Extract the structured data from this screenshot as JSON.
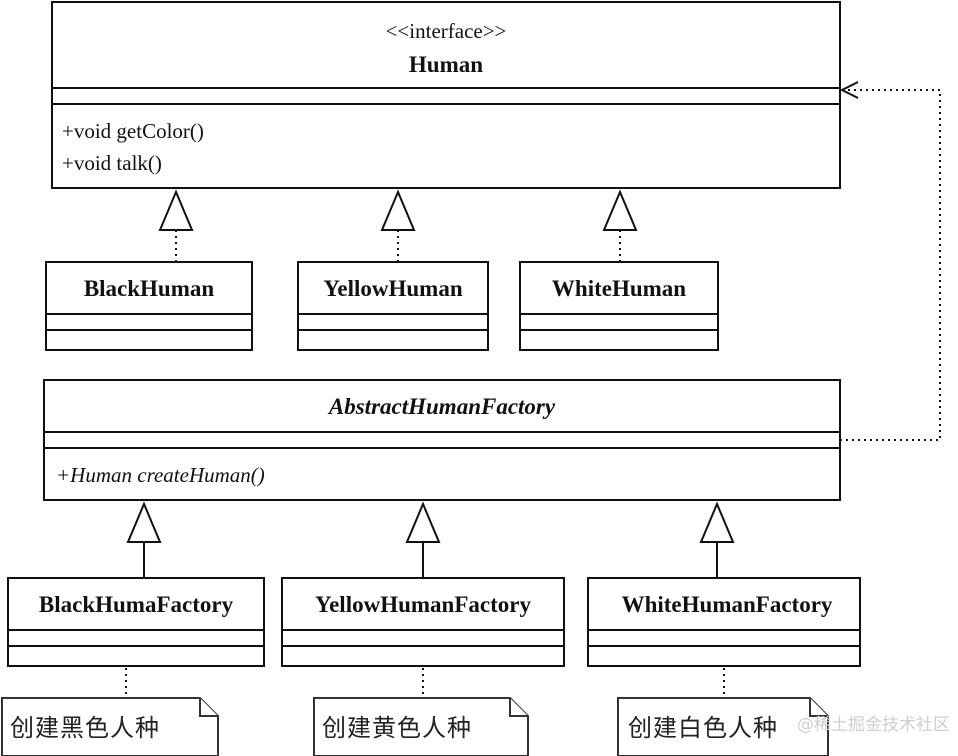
{
  "interface": {
    "stereotype": "<<interface>>",
    "name": "Human",
    "methods": [
      "+void getColor()",
      "+void talk()"
    ]
  },
  "products": [
    "BlackHuman",
    "YellowHuman",
    "WhiteHuman"
  ],
  "abstract_factory": {
    "name": "AbstractHumanFactory",
    "method": "+Human createHuman()"
  },
  "factories": [
    "BlackHumaFactory",
    "YellowHumanFactory",
    "WhiteHumanFactory"
  ],
  "notes": [
    "创建黑色人种",
    "创建黄色人种",
    "创建白色人种"
  ],
  "watermark": "@稀土掘金技术社区"
}
